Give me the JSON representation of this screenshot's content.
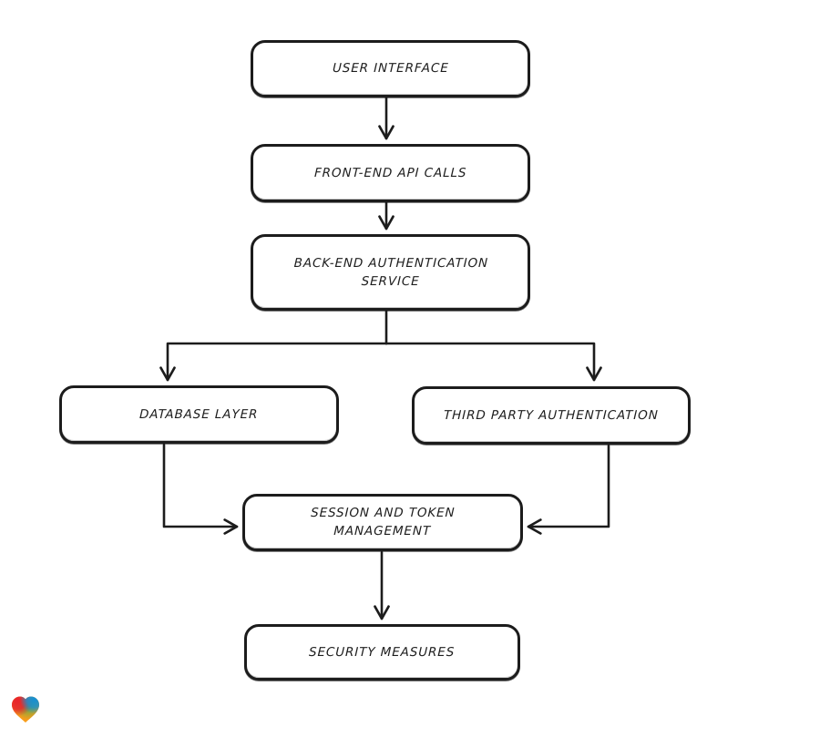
{
  "diagram": {
    "type": "flowchart",
    "direction": "top-down",
    "nodes": [
      {
        "id": "user-interface",
        "label": "USER INTERFACE"
      },
      {
        "id": "front-end-api-calls",
        "label": "FRONT-END API CALLS"
      },
      {
        "id": "back-end-authentication-service",
        "label": "BACK-END AUTHENTICATION SERVICE"
      },
      {
        "id": "database-layer",
        "label": "DATABASE LAYER"
      },
      {
        "id": "third-party-authentication",
        "label": "THIRD PARTY AUTHENTICATION"
      },
      {
        "id": "session-and-token-management",
        "label": "SESSION AND TOKEN MANAGEMENT"
      },
      {
        "id": "security-measures",
        "label": "SECURITY MEASURES"
      }
    ],
    "edges": [
      {
        "from": "user-interface",
        "to": "front-end-api-calls"
      },
      {
        "from": "front-end-api-calls",
        "to": "back-end-authentication-service"
      },
      {
        "from": "back-end-authentication-service",
        "to": "database-layer"
      },
      {
        "from": "back-end-authentication-service",
        "to": "third-party-authentication"
      },
      {
        "from": "database-layer",
        "to": "session-and-token-management"
      },
      {
        "from": "third-party-authentication",
        "to": "session-and-token-management"
      },
      {
        "from": "session-and-token-management",
        "to": "security-measures"
      }
    ],
    "colors": {
      "stroke": "#1c1c1c",
      "node_fill": "#ffffff",
      "background": "#ffffff"
    }
  },
  "watermark": {
    "icon": "gradient-heart-logo",
    "colors": {
      "red": "#e8232b",
      "blue": "#148fd4",
      "green": "#3fae53",
      "orange": "#f79d1b"
    }
  }
}
